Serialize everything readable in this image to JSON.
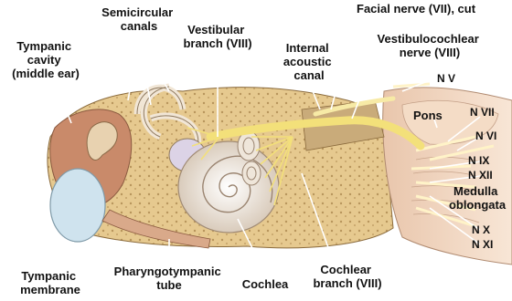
{
  "labels": {
    "semicircular_canals": [
      "Semicircular",
      "canals"
    ],
    "tympanic_cavity": [
      "Tympanic",
      "cavity",
      "(middle ear)"
    ],
    "vestibular_branch": [
      "Vestibular",
      "branch (VIII)"
    ],
    "facial_nerve_cut": "Facial nerve (VII), cut",
    "internal_acoustic_canal": [
      "Internal",
      "acoustic",
      "canal"
    ],
    "vestibulocochlear_nerve": [
      "Vestibulocochlear",
      "nerve (VIII)"
    ],
    "n_v": "N V",
    "pons": "Pons",
    "n_vii": "N VII",
    "n_vi": "N VI",
    "n_ix": "N IX",
    "n_xii": "N XII",
    "medulla_oblongata": [
      "Medulla",
      "oblongata"
    ],
    "n_x": "N X",
    "n_xi": "N XI",
    "tympanic_membrane": [
      "Tympanic",
      "membrane"
    ],
    "pharyngotympanic_tube": [
      "Pharyngotympanic",
      "tube"
    ],
    "cochlea": "Cochlea",
    "cochlear_branch": [
      "Cochlear",
      "branch (VIII)"
    ]
  },
  "colors": {
    "bone": "#e6c98f",
    "bone_pores": "#b8955c",
    "tissue": "#c98a6a",
    "membrane": "#cfe3ee",
    "cochlea": "#efe6da",
    "nerve": "#f3e07a",
    "brainstem": "#f0d3bc",
    "label": "#111111"
  }
}
